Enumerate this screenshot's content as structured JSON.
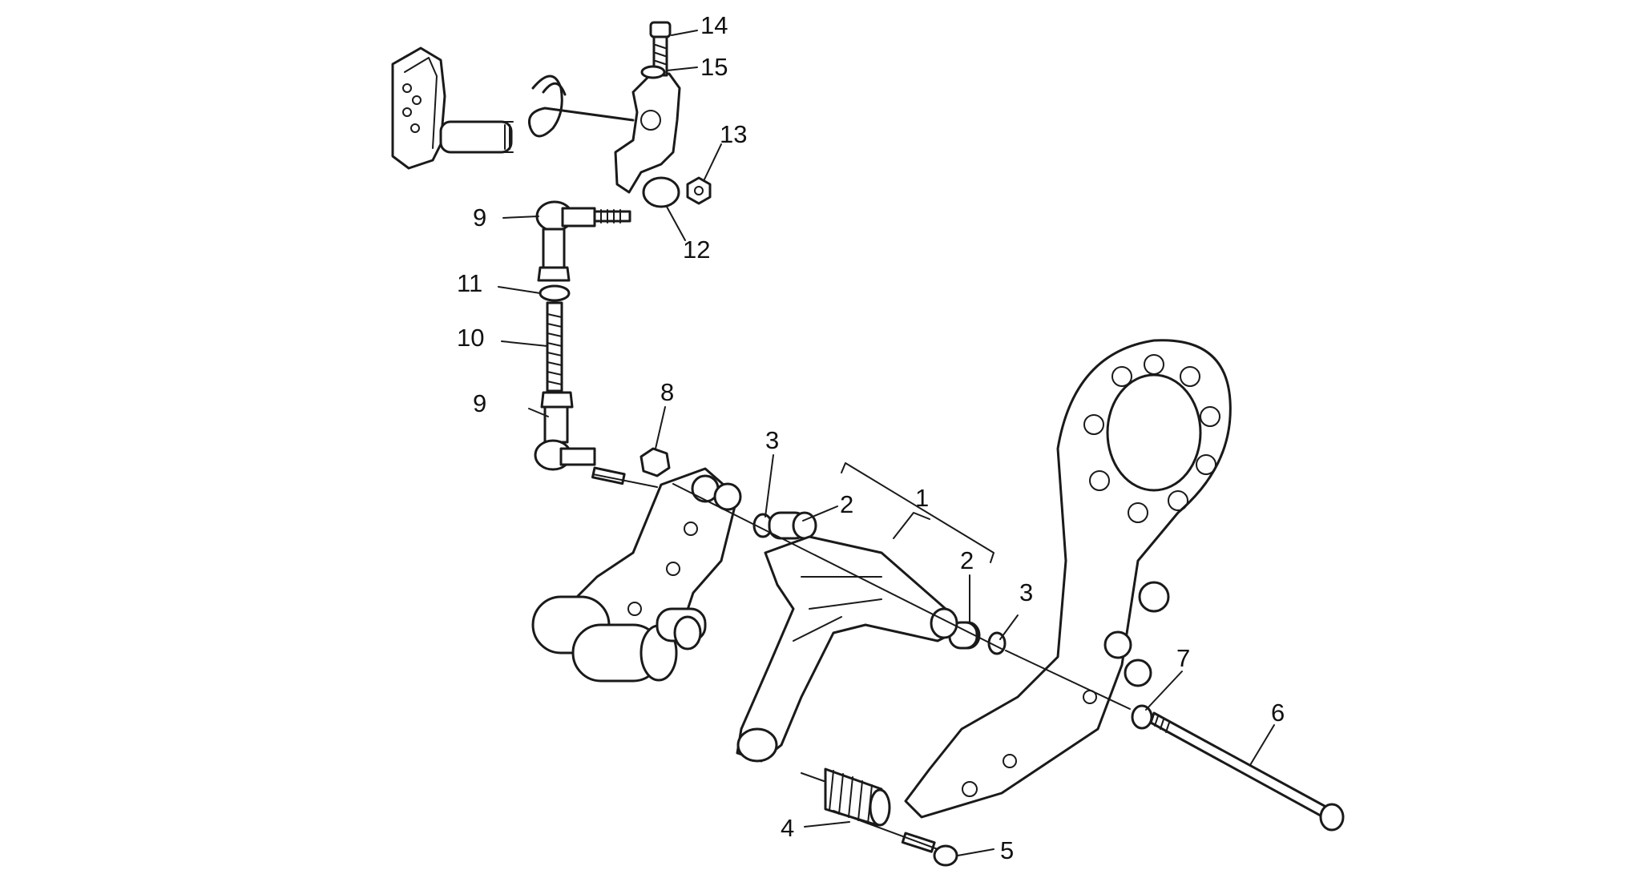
{
  "callouts": [
    {
      "id": "c1",
      "text": "1"
    },
    {
      "id": "c2a",
      "text": "2"
    },
    {
      "id": "c2b",
      "text": "2"
    },
    {
      "id": "c3a",
      "text": "3"
    },
    {
      "id": "c3b",
      "text": "3"
    },
    {
      "id": "c4",
      "text": "4"
    },
    {
      "id": "c5",
      "text": "5"
    },
    {
      "id": "c6",
      "text": "6"
    },
    {
      "id": "c7",
      "text": "7"
    },
    {
      "id": "c8",
      "text": "8"
    },
    {
      "id": "c9a",
      "text": "9"
    },
    {
      "id": "c9b",
      "text": "9"
    },
    {
      "id": "c10",
      "text": "10"
    },
    {
      "id": "c11",
      "text": "11"
    },
    {
      "id": "c12",
      "text": "12"
    },
    {
      "id": "c13",
      "text": "13"
    },
    {
      "id": "c14",
      "text": "14"
    },
    {
      "id": "c15",
      "text": "15"
    }
  ]
}
